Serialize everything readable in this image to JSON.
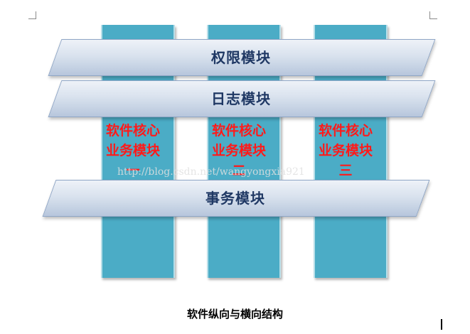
{
  "diagram": {
    "columns": [
      {
        "label": "软件核心\n业务模块\n一"
      },
      {
        "label": "软件核心\n业务模块\n二"
      },
      {
        "label": "软件核心\n业务模块\n三"
      }
    ],
    "bands": {
      "permission": "权限模块",
      "log": "日志模块",
      "transaction": "事务模块"
    },
    "caption": "软件纵向与横向结构",
    "watermark": "http://blog.csdn.net/wangyongxia921"
  },
  "colors": {
    "column_fill": "#4bacc6",
    "column_text": "#ff1a1a",
    "band_fill": "#d9e2ee",
    "band_text": "#1f3864"
  }
}
